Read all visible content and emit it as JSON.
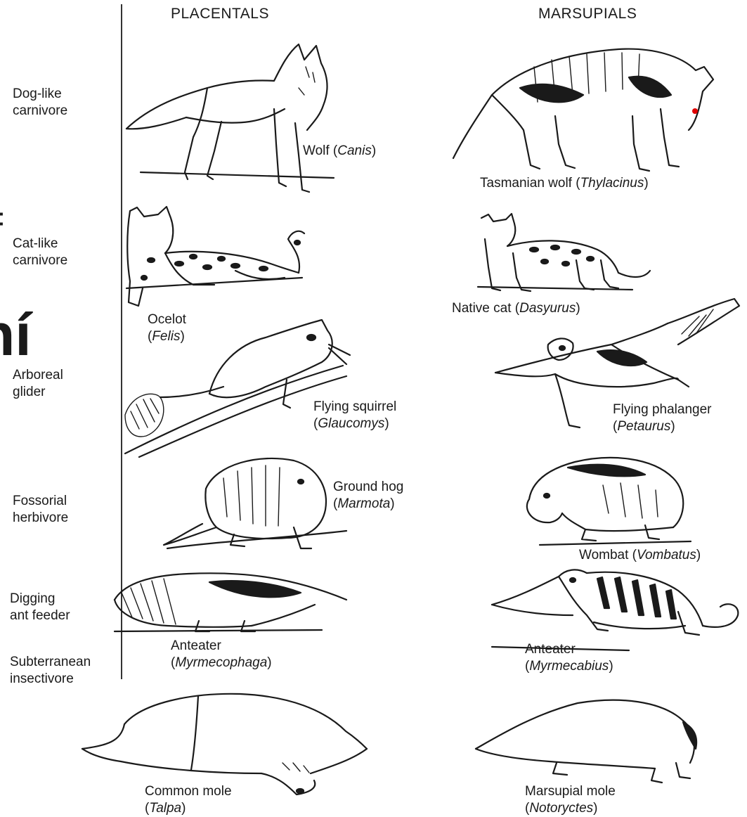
{
  "headers": {
    "placentals": "PLACENTALS",
    "marsupials": "MARSUPIALS"
  },
  "fragments": {
    "glyph_top": "=",
    "glyph_mid": "ní"
  },
  "rows": [
    {
      "niche_line1": "Dog-like",
      "niche_line2": "carnivore",
      "placental": {
        "common": "Wolf (",
        "scientific": "Canis",
        "close": ")"
      },
      "marsupial": {
        "common": "Tasmanian wolf (",
        "scientific": "Thylacinus",
        "close": ")"
      }
    },
    {
      "niche_line1": "Cat-like",
      "niche_line2": "carnivore",
      "placental": {
        "common": "Ocelot",
        "scientific": "Felis",
        "open": "(",
        "close": ")"
      },
      "marsupial": {
        "common": "Native cat (",
        "scientific": "Dasyurus",
        "close": ")"
      }
    },
    {
      "niche_line1": "Arboreal",
      "niche_line2": "glider",
      "placental": {
        "common": "Flying squirrel",
        "scientific": "Glaucomys",
        "open": "(",
        "close": ")"
      },
      "marsupial": {
        "common": "Flying phalanger",
        "scientific": "Petaurus",
        "open": "(",
        "close": ")"
      }
    },
    {
      "niche_line1": "Fossorial",
      "niche_line2": "herbivore",
      "placental": {
        "common": "Ground hog",
        "scientific": "Marmota",
        "open": "(",
        "close": ")"
      },
      "marsupial": {
        "common": "Wombat (",
        "scientific": "Vombatus",
        "close": ")"
      }
    },
    {
      "niche_line1": "Digging",
      "niche_line2": "ant feeder",
      "placental": {
        "common": "Anteater",
        "scientific": "Myrmecophaga",
        "open": "(",
        "close": ")"
      },
      "marsupial": {
        "common": "Anteater",
        "scientific": "Myrmecabius",
        "open": "(",
        "close": ")"
      }
    },
    {
      "niche_line1": "Subterranean",
      "niche_line2": "insectivore",
      "placental": {
        "common": "Common mole",
        "scientific": "Talpa",
        "open": "(",
        "close": ")"
      },
      "marsupial": {
        "common": "Marsupial mole",
        "scientific": "Notoryctes",
        "open": "(",
        "close": ")"
      }
    }
  ],
  "colors": {
    "ink": "#1a1a1a",
    "marker": "#e00000",
    "background": "#ffffff"
  }
}
